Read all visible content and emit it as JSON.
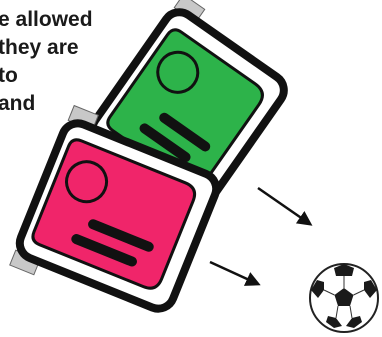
{
  "text_lines": [
    "e allowed",
    "they are",
    "to",
    "and"
  ],
  "colors": {
    "robot_green": "#2db34a",
    "robot_pink": "#f0256a",
    "outline": "#111111",
    "wheel": "#c8c8c8",
    "ball_dark": "#1a1a1a"
  },
  "figures": [
    "green-robot",
    "pink-robot",
    "soccer-ball"
  ]
}
